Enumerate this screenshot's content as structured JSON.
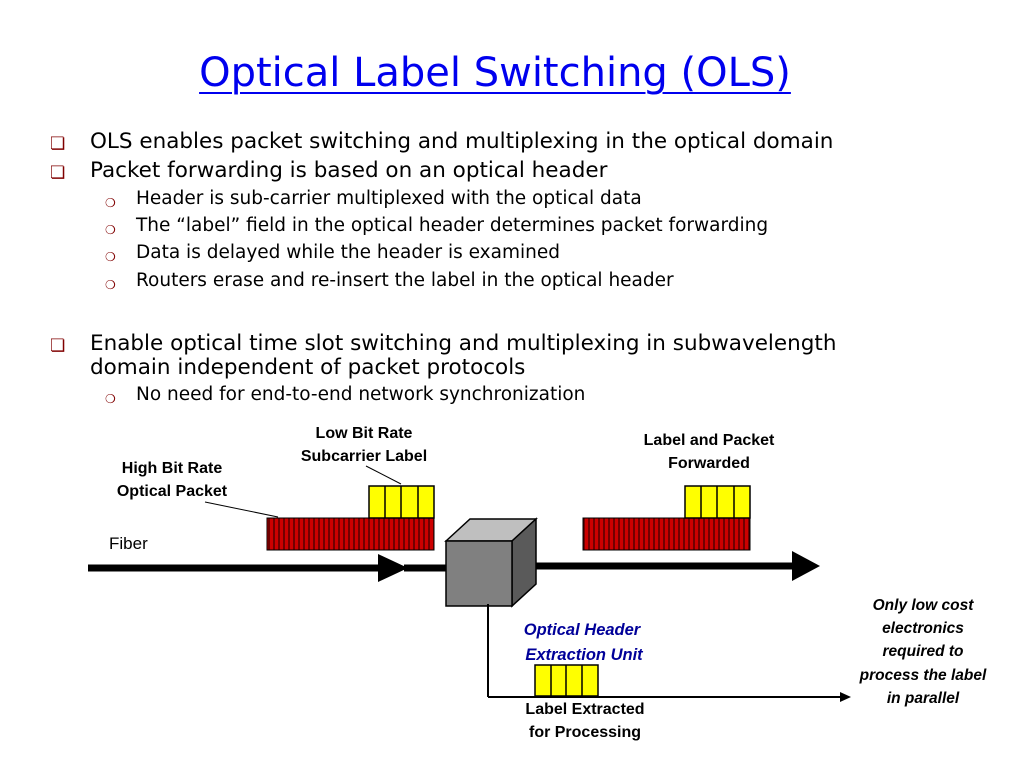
{
  "slide": {
    "title": "Optical Label Switching (OLS)"
  },
  "bullet_marker": "❏",
  "sub_marker": "❍",
  "bullets": [
    {
      "text": "OLS enables packet switching and multiplexing in the optical domain"
    },
    {
      "text": " Packet forwarding is based on an optical header"
    },
    {
      "text": "Header is sub-carrier multiplexed with the optical data"
    },
    {
      "text": "The “label” field in the optical header determines packet forwarding"
    },
    {
      "text": " Data is delayed while the header is examined"
    },
    {
      "text": " Routers erase and re-insert the label in the optical header"
    },
    {
      "line1": " Enable optical time slot switching and multiplexing in subwavelength",
      "line2": "domain independent of packet protocols"
    },
    {
      "text": "No need for end-to-end network synchronization"
    }
  ],
  "diagram": {
    "low_bit_rate": [
      "Low Bit Rate",
      "Subcarrier Label"
    ],
    "high_bit_rate": [
      "High Bit Rate",
      "Optical Packet"
    ],
    "label_forwarded": [
      "Label and Packet",
      "Forwarded"
    ],
    "fiber": "Fiber",
    "extraction_unit": [
      "Optical Header",
      "Extraction Unit"
    ],
    "label_extracted": [
      "Label Extracted",
      "for Processing"
    ],
    "low_cost": [
      "Only low cost",
      "electronics",
      "required to",
      "process the label",
      "in parallel"
    ],
    "colors": {
      "packet": "#cc0000",
      "label": "#ffff00",
      "extraction_text": "#000099",
      "box": "#808080"
    }
  }
}
